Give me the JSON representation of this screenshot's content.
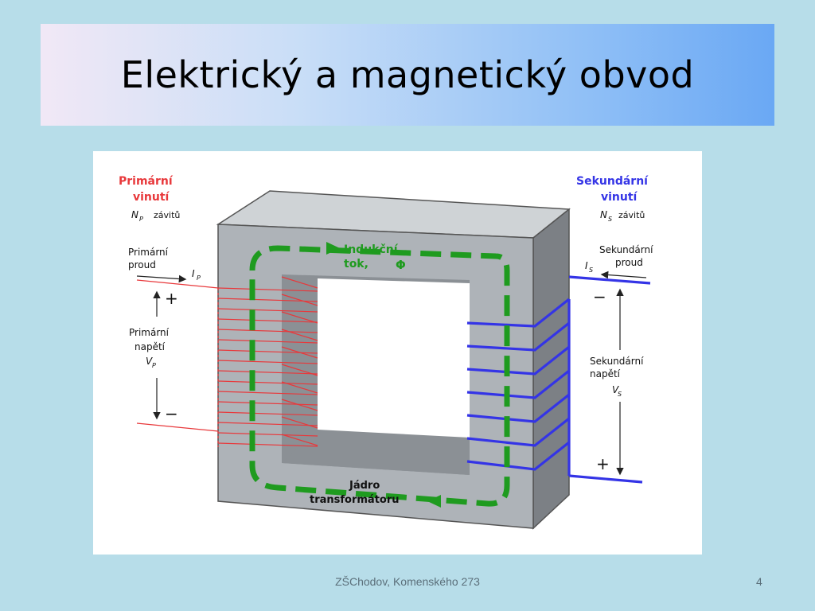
{
  "slide": {
    "title": "Elektrický a magnetický obvod",
    "footer": "ZŠChodov, Komenského 273",
    "page_number": "4"
  },
  "diagram": {
    "primary_winding_title_1": "Primární",
    "primary_winding_title_2": "vinutí",
    "primary_turns_symbol": "N",
    "primary_turns_sub": "P",
    "primary_turns_label": "závitů",
    "primary_current_1": "Primární",
    "primary_current_2": "proud",
    "primary_current_symbol": "I",
    "primary_current_sub": "P",
    "primary_voltage_1": "Primární",
    "primary_voltage_2": "napětí",
    "primary_voltage_symbol": "V",
    "primary_voltage_sub": "P",
    "plus": "+",
    "minus": "−",
    "secondary_winding_title_1": "Sekundární",
    "secondary_winding_title_2": "vinutí",
    "secondary_turns_symbol": "N",
    "secondary_turns_sub": "S",
    "secondary_turns_label": "závitů",
    "secondary_current_1": "Sekundární",
    "secondary_current_2": "proud",
    "secondary_current_symbol": "I",
    "secondary_current_sub": "S",
    "secondary_voltage_1": "Sekundární",
    "secondary_voltage_2": "napětí",
    "secondary_voltage_symbol": "V",
    "secondary_voltage_sub": "S",
    "flux_1": "Indukční",
    "flux_2": "tok,",
    "flux_symbol": "Φ",
    "core_1": "Jádro",
    "core_2": "transformátoru",
    "colors": {
      "primary": "#e8383b",
      "secondary": "#3434e6",
      "flux": "#1f9b1f",
      "core_front": "#aeb3b8",
      "core_top": "#cfd3d6",
      "core_side": "#7c8085"
    }
  }
}
